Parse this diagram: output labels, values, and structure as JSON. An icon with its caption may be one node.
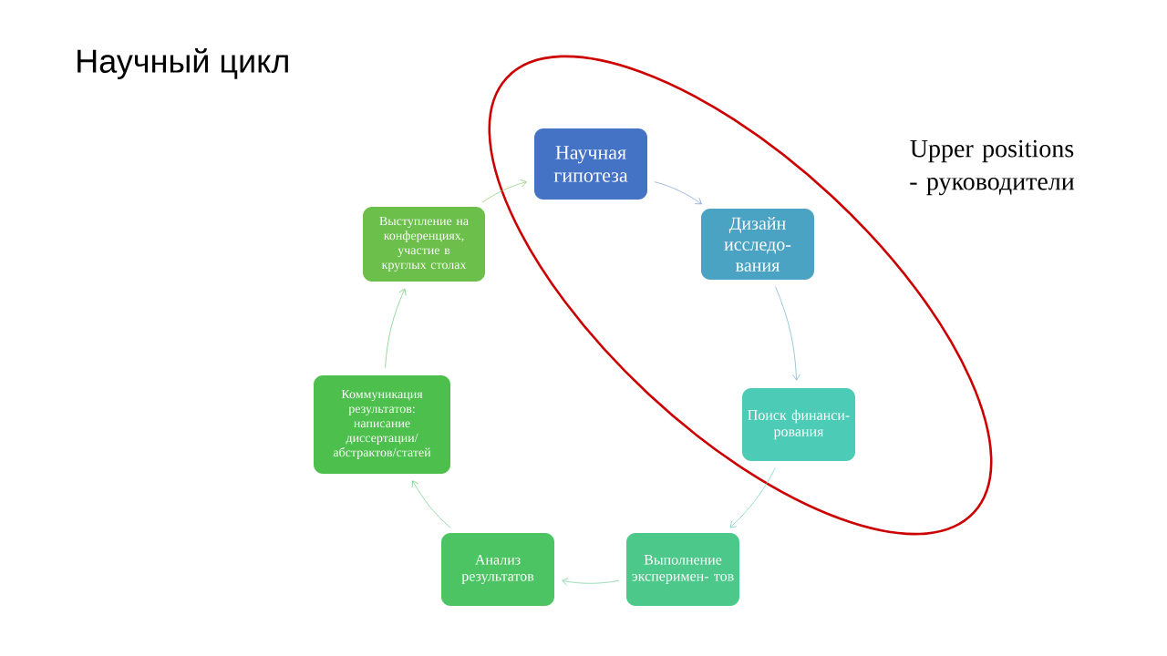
{
  "diagram": {
    "title": "Научный цикл",
    "nodes": [
      {
        "text": [
          "Научная гипотеза"
        ]
      },
      {
        "text": [
          "Дизайн исследо- вания"
        ]
      },
      {
        "text": [
          "Поиск финанси- рования"
        ]
      },
      {
        "text": [
          "Выполнение эксперимен- тов"
        ]
      },
      {
        "text": [
          "Анализ результатов"
        ]
      },
      {
        "text": [
          "Коммуникация результатов: написание диссертации/ абстрактов/статей"
        ]
      },
      {
        "text": [
          "Выступление на конференциях, участие в круглых столах"
        ]
      }
    ],
    "edges": [
      {
        "from": 0,
        "to": 1,
        "arrow": "to",
        "color": "#7f9bd4"
      },
      {
        "from": 1,
        "to": 2,
        "arrow": "to",
        "color": "#6fb3c9"
      },
      {
        "from": 2,
        "to": 3,
        "arrow": "to",
        "color": "#6fd0c0"
      },
      {
        "from": 3,
        "to": 4,
        "arrow": "to",
        "color": "#6fcf9a"
      },
      {
        "from": 4,
        "to": 5,
        "arrow": "to",
        "color": "#6fcb80"
      },
      {
        "from": 5,
        "to": 6,
        "arrow": "to",
        "color": "#6fc870"
      },
      {
        "from": 6,
        "to": 0,
        "arrow": "to",
        "color": "#8bc870"
      }
    ],
    "labels": [
      "Upper positions - руководители"
    ]
  }
}
